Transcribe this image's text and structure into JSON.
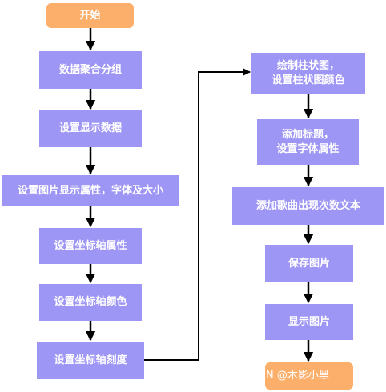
{
  "nodes": {
    "start": "开始",
    "group": "数据聚合分组",
    "set_data": "设置显示数据",
    "image_props": "设置图片显示属性，字体及大小",
    "axis_props": "设置坐标轴属性",
    "axis_color": "设置坐标轴颜色",
    "axis_ticks": "设置坐标轴刻度",
    "draw_bar": "绘制柱状图，\n设置柱状图颜色",
    "add_title": "添加标题，\n设置字体属性",
    "add_text": "添加歌曲出现次数文本",
    "save_image": "保存图片",
    "show_image": "显示图片",
    "end": ""
  },
  "watermark": "N @木影小黑",
  "colors": {
    "process": "#9e96f5",
    "terminal": "#fcae6b",
    "arrow": "#000000"
  }
}
